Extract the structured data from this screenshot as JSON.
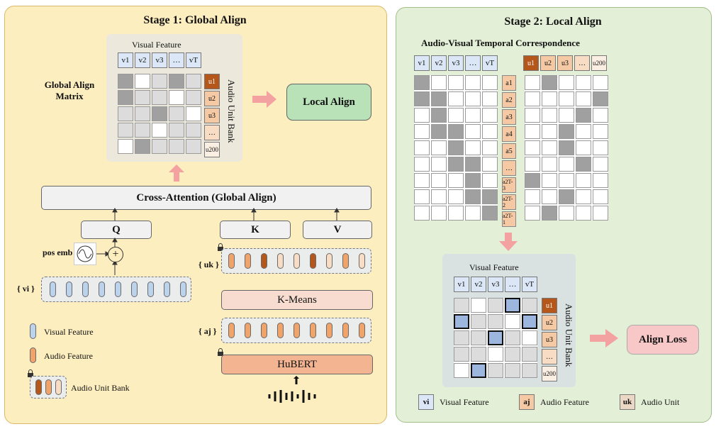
{
  "stage1": {
    "title": "Stage 1: Global Align",
    "matrix_label": "Global Align Matrix",
    "visual_feature": "Visual Feature",
    "v_cells": [
      "v1",
      "v2",
      "v3",
      "…",
      "vT"
    ],
    "u_cells": [
      "u1",
      "u2",
      "u3",
      "…",
      "u200"
    ],
    "audio_unit_bank": "Audio Unit Bank",
    "local_align": "Local Align",
    "cross_attention": "Cross-Attention (Global Align)",
    "q": "Q",
    "k": "K",
    "v": "V",
    "pos_emb": "pos emb",
    "vi_label": "{ vi }",
    "uk_label": "{ uk }",
    "aj_label": "{ aj }",
    "kmeans": "K-Means",
    "hubert": "HuBERT",
    "legend": {
      "visual": "Visual Feature",
      "audio": "Audio Feature",
      "bank": "Audio Unit Bank"
    }
  },
  "stage2": {
    "title": "Stage 2: Local Align",
    "correspondence": "Audio-Visual Temporal Correspondence",
    "v_cells": [
      "v1",
      "v2",
      "v3",
      "…",
      "vT"
    ],
    "u_cells": [
      "u1",
      "u2",
      "u3",
      "…",
      "u200"
    ],
    "a_cells": [
      "a1",
      "a2",
      "a3",
      "a4",
      "a5",
      "…",
      "a2T-3",
      "a2T-2",
      "a2T-1"
    ],
    "visual_feature": "Visual Feature",
    "u_bank_cells": [
      "u1",
      "u2",
      "u3",
      "…",
      "u200"
    ],
    "audio_unit_bank": "Audio Unit Bank",
    "align_loss": "Align Loss",
    "legend": {
      "vi": "vi",
      "vi_text": "Visual Feature",
      "aj": "aj",
      "aj_text": "Audio Feature",
      "uk": "uk",
      "uk_text": "Audio Unit"
    }
  },
  "colors": {
    "dark_orange": "#b5561a",
    "light_orange": "#f5c9a4",
    "light_blue": "#dbe7f6",
    "gray": "#a8a8a8",
    "light_gray": "#dcdcdc"
  }
}
